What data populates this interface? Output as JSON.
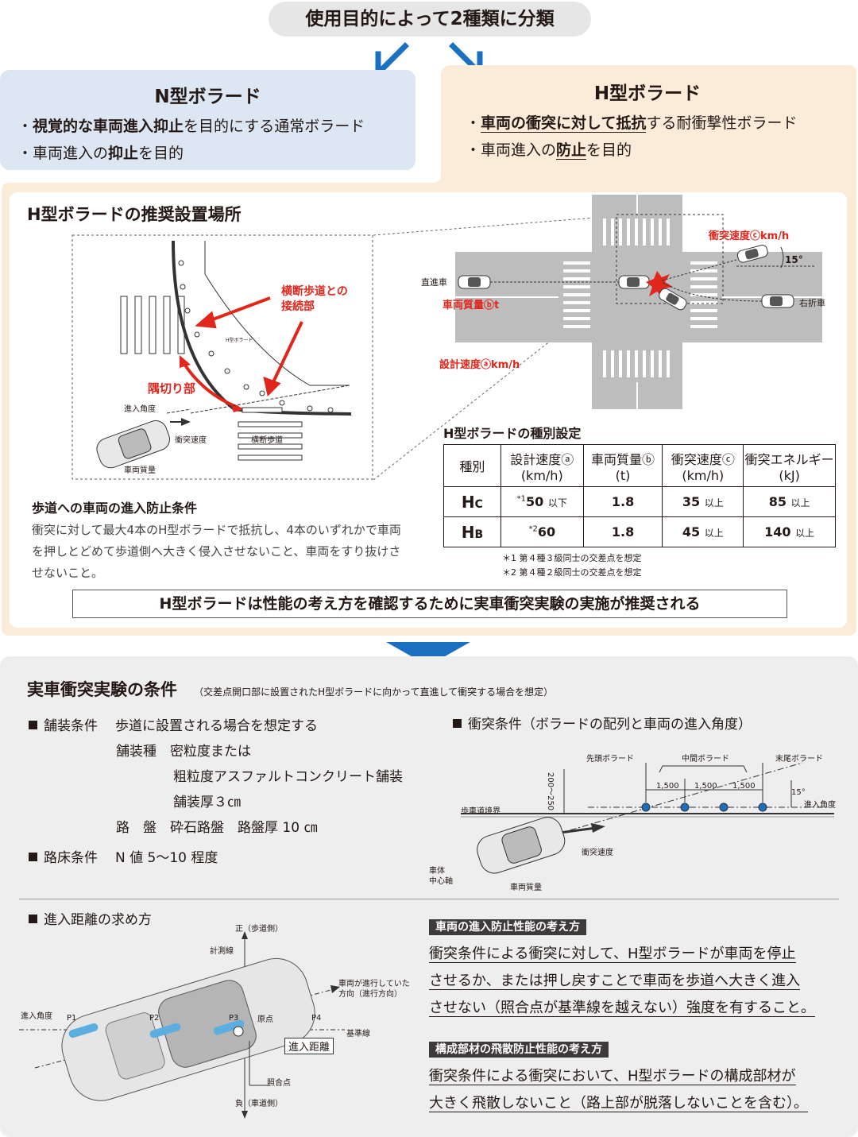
{
  "top": {
    "pill": "使用目的によって2種類に分類"
  },
  "n_type": {
    "title": "N型ボラード",
    "bullets": [
      {
        "bold": "視覚的な車両進入抑止",
        "rest": "を目的にする通常ボラード"
      },
      {
        "pre": "車両進入の",
        "bold": "抑止",
        "rest": "を目的"
      }
    ]
  },
  "h_type": {
    "title": "H型ボラード",
    "bullets": [
      {
        "bold": "車両の衝突に対して抵抗",
        "rest": "する耐衝撃性ボラード"
      },
      {
        "pre": "車両進入の",
        "bold": "防止",
        "rest": "を目的"
      }
    ]
  },
  "placement": {
    "heading": "H型ボラードの推奨設置場所",
    "labels": {
      "crosswalk_conn": [
        "横断歩道との",
        "接続部"
      ],
      "corner": "隅切り部",
      "h_bollard": "H型ボラード",
      "entry_angle": "進入角度",
      "impact_speed": "衝突速度",
      "crosswalk": "横断歩道",
      "vehicle_mass": "車両質量"
    },
    "intersection": {
      "impact_speed": "衝突速度ⓒkm/h",
      "angle": "15°",
      "straight_car": "直進車",
      "vehicle_mass": "車両質量ⓑt",
      "right_turn_car": "右折車",
      "design_speed": "設計速度ⓐkm/h"
    }
  },
  "prevention": {
    "heading": "歩道への車両の進入防止条件",
    "text": "衝突に対して最大4本のH型ボラードで抵抗し、4本のいずれかで車両を押しとどめて歩道側へ大きく侵入させないこと、車両をすり抜けさせないこと。"
  },
  "spec_table": {
    "title": "H型ボラードの種別設定",
    "headers": [
      [
        "種別"
      ],
      [
        "設計速度ⓐ",
        "(km/h)"
      ],
      [
        "車両質量ⓑ",
        "(t)"
      ],
      [
        "衝突速度ⓒ",
        "(km/h)"
      ],
      [
        "衝突エネルギー",
        "(kJ)"
      ]
    ],
    "rows": [
      {
        "type_main": "H",
        "type_sub": "C",
        "note": "*1",
        "design": "50",
        "design_suffix": "以下",
        "mass": "1.8",
        "speed": "35",
        "speed_suffix": "以上",
        "energy": "85",
        "energy_suffix": "以上"
      },
      {
        "type_main": "H",
        "type_sub": "B",
        "note": "*2",
        "design": "60",
        "design_suffix": "",
        "mass": "1.8",
        "speed": "45",
        "speed_suffix": "以上",
        "energy": "140",
        "energy_suffix": "以上"
      }
    ],
    "footnotes": [
      "＊1 第４種３級同士の交差点を想定",
      "＊2 第４種２級同士の交差点を想定"
    ]
  },
  "recommend_banner": "H型ボラードは性能の考え方を確認するために実車衝突実験の実施が推奨される",
  "experiment": {
    "heading": "実車衝突実験の条件",
    "heading_note": "（交差点開口部に設置されたH型ボラードに向かって直進して衝突する場合を想定）",
    "pavement_label": "舗装条件",
    "pavement_lines": [
      "歩道に設置される場合を想定する",
      "舗装種　密粒度または",
      "粗粒度アスファルトコンクリート舗装",
      "舗装厚３㎝",
      "路　盤　砕石路盤　路盤厚 10 ㎝"
    ],
    "subgrade_label": "路床条件",
    "subgrade_value": "N 値 5〜10 程度",
    "collision_heading": "衝突条件（ボラードの配列と車両の進入角度）",
    "collision_labels": {
      "lead": "先頭ボラード",
      "middle": "中間ボラード",
      "last": "末尾ボラード",
      "spacing": "1,500",
      "offset": "200〜250",
      "boundary": "歩車道境界",
      "angle": "15°",
      "entry_angle": "進入角度",
      "impact_speed": "衝突速度",
      "axis": [
        "車体",
        "中心軸"
      ],
      "mass": "車両質量"
    },
    "distance_heading": "進入距離の求め方",
    "distance_labels": {
      "positive": "正（歩道側）",
      "measure_line": "計測線",
      "direction": [
        "車両が進行していた",
        "方向（進行方向）"
      ],
      "entry_angle": "進入角度",
      "p1": "P1",
      "p2": "P2",
      "p3": "P3",
      "p4": "P4",
      "origin": "原点",
      "baseline": "基準線",
      "entry_distance": "進入距離",
      "ref_point": "照合点",
      "negative": "負（車道側）"
    },
    "perf1_title": "車両の進入防止性能の考え方",
    "perf1_lines": [
      "衝突条件による衝突に対して、H型ボラードが車両を停止",
      "させるか、または押し戻すことで車両を歩道へ大きく進入",
      "させない（照合点が基準線を越えない）強度を有すること。"
    ],
    "perf2_title": "構成部材の飛散防止性能の考え方",
    "perf2_lines": [
      "衝突条件による衝突において、H型ボラードの構成部材が",
      "大きく飛散しないこと（路上部が脱落しないことを含む）。"
    ]
  },
  "colors": {
    "blue_arrow": "#1a6fc0",
    "n_bg": "#dde7f3",
    "h_bg": "#fbecd9",
    "red": "#e1261c",
    "gray_bg": "#eeeeee"
  }
}
